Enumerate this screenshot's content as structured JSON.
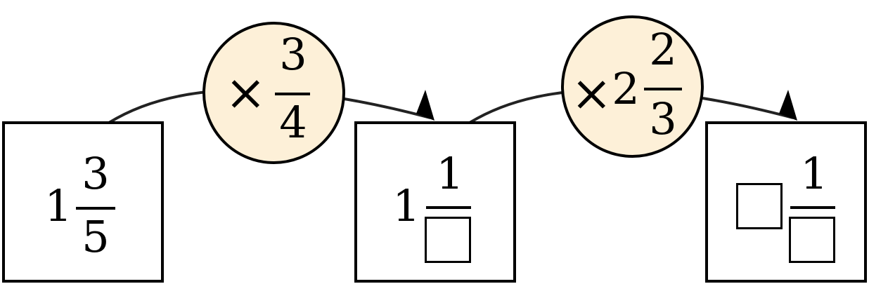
{
  "start": {
    "whole": "1",
    "numerator": "3",
    "denominator": "5"
  },
  "operations": [
    {
      "times_sign": "×",
      "whole": "",
      "numerator": "3",
      "denominator": "4"
    },
    {
      "times_sign": "×",
      "whole": "2",
      "numerator": "2",
      "denominator": "3"
    }
  ],
  "results": [
    {
      "whole": "1",
      "numerator": "1",
      "denominator_blank": true
    },
    {
      "whole_blank": true,
      "numerator": "1",
      "denominator_blank": true
    }
  ],
  "colors": {
    "operator_fill": "#fdf0d8",
    "stroke": "#000000",
    "arrow": "#222222"
  }
}
